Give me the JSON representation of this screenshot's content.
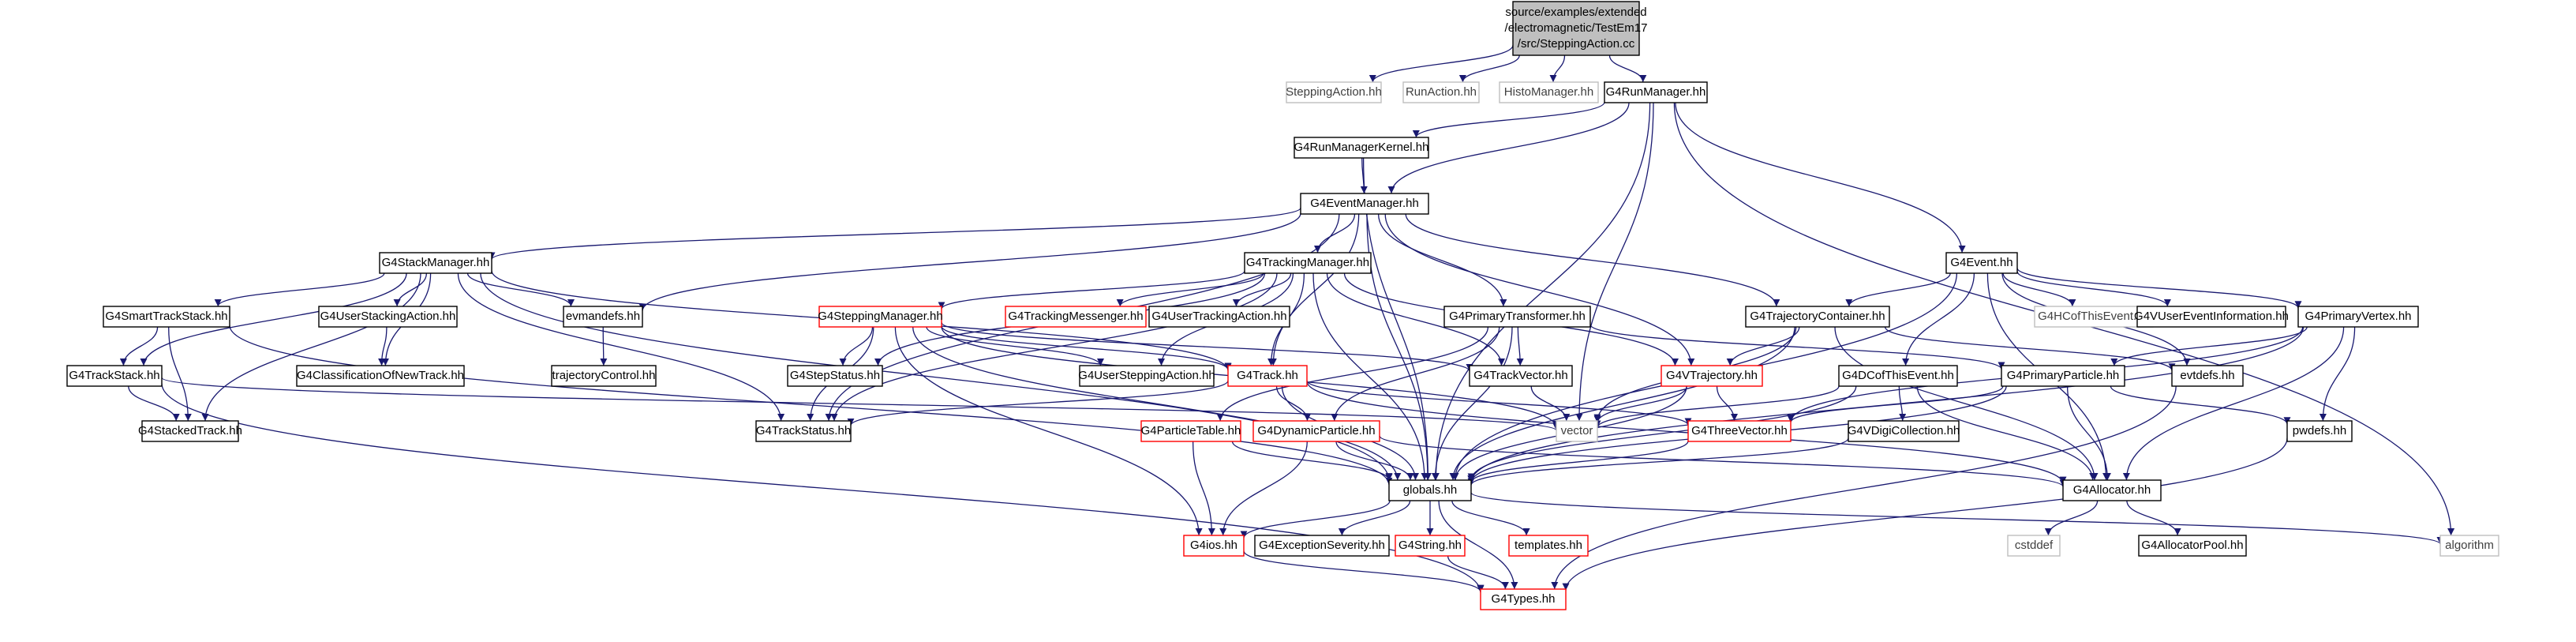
{
  "palette": {
    "edge": "#191970",
    "root_fill": "#bfbfbf",
    "black_border": "#000000",
    "red_border": "#ff0000",
    "gray_border": "#bfbfbf",
    "text": "#000000",
    "gray_text": "#404040"
  },
  "nodes": [
    {
      "id": "root",
      "style": "root",
      "lines": [
        "source/examples/extended",
        "/electromagnetic/TestEm17",
        "/src/SteppingAction.cc"
      ]
    },
    {
      "id": "stepping_action",
      "style": "gray",
      "lines": [
        "SteppingAction.hh"
      ]
    },
    {
      "id": "run_action",
      "style": "gray",
      "lines": [
        "RunAction.hh"
      ]
    },
    {
      "id": "histo_manager",
      "style": "gray",
      "lines": [
        "HistoManager.hh"
      ]
    },
    {
      "id": "g4runmanager",
      "style": "black",
      "lines": [
        "G4RunManager.hh"
      ]
    },
    {
      "id": "g4runmanagerkernel",
      "style": "black",
      "lines": [
        "G4RunManagerKernel.hh"
      ]
    },
    {
      "id": "g4eventmanager",
      "style": "black",
      "lines": [
        "G4EventManager.hh"
      ]
    },
    {
      "id": "g4stackmanager",
      "style": "black",
      "lines": [
        "G4StackManager.hh"
      ]
    },
    {
      "id": "g4trackingmanager",
      "style": "black",
      "lines": [
        "G4TrackingManager.hh"
      ]
    },
    {
      "id": "g4event",
      "style": "black",
      "lines": [
        "G4Event.hh"
      ]
    },
    {
      "id": "g4smarttrackstack",
      "style": "black",
      "lines": [
        "G4SmartTrackStack.hh"
      ]
    },
    {
      "id": "g4userstackingaction",
      "style": "black",
      "lines": [
        "G4UserStackingAction.hh"
      ]
    },
    {
      "id": "evmandefs",
      "style": "black",
      "lines": [
        "evmandefs.hh"
      ]
    },
    {
      "id": "g4steppingmanager",
      "style": "red",
      "lines": [
        "G4SteppingManager.hh"
      ]
    },
    {
      "id": "g4trackingmessenger",
      "style": "red",
      "lines": [
        "G4TrackingMessenger.hh"
      ]
    },
    {
      "id": "g4usertrackingaction",
      "style": "black",
      "lines": [
        "G4UserTrackingAction.hh"
      ]
    },
    {
      "id": "g4primarytransformer",
      "style": "black",
      "lines": [
        "G4PrimaryTransformer.hh"
      ]
    },
    {
      "id": "g4trajectorycontainer",
      "style": "black",
      "lines": [
        "G4TrajectoryContainer.hh"
      ]
    },
    {
      "id": "g4hcofthisevent",
      "style": "gray",
      "lines": [
        "G4HCofThisEvent.hh"
      ]
    },
    {
      "id": "g4usereventinformation",
      "style": "black",
      "lines": [
        "G4VUserEventInformation.hh"
      ]
    },
    {
      "id": "g4primaryvertex",
      "style": "black",
      "lines": [
        "G4PrimaryVertex.hh"
      ]
    },
    {
      "id": "g4trackstack",
      "style": "black",
      "lines": [
        "G4TrackStack.hh"
      ]
    },
    {
      "id": "g4classificationofnewtrack",
      "style": "black",
      "lines": [
        "G4ClassificationOfNewTrack.hh"
      ]
    },
    {
      "id": "trajectorycontrol",
      "style": "black",
      "lines": [
        "trajectoryControl.hh"
      ]
    },
    {
      "id": "g4stepstatus",
      "style": "black",
      "lines": [
        "G4StepStatus.hh"
      ]
    },
    {
      "id": "g4usersteppingaction",
      "style": "black",
      "lines": [
        "G4UserSteppingAction.hh"
      ]
    },
    {
      "id": "g4track",
      "style": "red",
      "lines": [
        "G4Track.hh"
      ]
    },
    {
      "id": "g4trackvector",
      "style": "black",
      "lines": [
        "G4TrackVector.hh"
      ]
    },
    {
      "id": "g4vtrajectory",
      "style": "red",
      "lines": [
        "G4VTrajectory.hh"
      ]
    },
    {
      "id": "g4dcofthisevent",
      "style": "black",
      "lines": [
        "G4DCofThisEvent.hh"
      ]
    },
    {
      "id": "evtdefs",
      "style": "black",
      "lines": [
        "evtdefs.hh"
      ]
    },
    {
      "id": "g4primaryparticle",
      "style": "black",
      "lines": [
        "G4PrimaryParticle.hh"
      ]
    },
    {
      "id": "g4stackedtrack",
      "style": "black",
      "lines": [
        "G4StackedTrack.hh"
      ]
    },
    {
      "id": "g4trackstatus",
      "style": "black",
      "lines": [
        "G4TrackStatus.hh"
      ]
    },
    {
      "id": "vector",
      "style": "gray",
      "lines": [
        "vector"
      ]
    },
    {
      "id": "g4threevector",
      "style": "red",
      "lines": [
        "G4ThreeVector.hh"
      ]
    },
    {
      "id": "g4particletable",
      "style": "red",
      "lines": [
        "G4ParticleTable.hh"
      ]
    },
    {
      "id": "g4dynamicparticle",
      "style": "red",
      "lines": [
        "G4DynamicParticle.hh"
      ]
    },
    {
      "id": "g4vdigicollection",
      "style": "black",
      "lines": [
        "G4VDigiCollection.hh"
      ]
    },
    {
      "id": "pwdefs",
      "style": "black",
      "lines": [
        "pwdefs.hh"
      ]
    },
    {
      "id": "globals",
      "style": "black",
      "lines": [
        "globals.hh"
      ]
    },
    {
      "id": "g4allocator",
      "style": "black",
      "lines": [
        "G4Allocator.hh"
      ]
    },
    {
      "id": "g4ios",
      "style": "red",
      "lines": [
        "G4ios.hh"
      ]
    },
    {
      "id": "g4exceptionseverity",
      "style": "black",
      "lines": [
        "G4ExceptionSeverity.hh"
      ]
    },
    {
      "id": "g4string",
      "style": "red",
      "lines": [
        "G4String.hh"
      ]
    },
    {
      "id": "templates",
      "style": "red",
      "lines": [
        "templates.hh"
      ]
    },
    {
      "id": "cstddef",
      "style": "gray",
      "lines": [
        "cstddef"
      ]
    },
    {
      "id": "g4allocatorpool",
      "style": "black",
      "lines": [
        "G4AllocatorPool.hh"
      ]
    },
    {
      "id": "algorithm",
      "style": "gray",
      "lines": [
        "algorithm"
      ]
    },
    {
      "id": "g4types",
      "style": "red",
      "lines": [
        "G4Types.hh"
      ]
    }
  ],
  "edges": [
    [
      "root",
      "stepping_action"
    ],
    [
      "root",
      "run_action"
    ],
    [
      "root",
      "histo_manager"
    ],
    [
      "root",
      "g4runmanager"
    ],
    [
      "g4runmanager",
      "g4runmanagerkernel"
    ],
    [
      "g4runmanager",
      "g4eventmanager"
    ],
    [
      "g4runmanager",
      "g4event"
    ],
    [
      "g4runmanager",
      "globals"
    ],
    [
      "g4runmanager",
      "vector"
    ],
    [
      "g4runmanager",
      "algorithm"
    ],
    [
      "g4runmanagerkernel",
      "g4eventmanager"
    ],
    [
      "g4runmanagerkernel",
      "globals"
    ],
    [
      "g4eventmanager",
      "g4stackmanager"
    ],
    [
      "g4eventmanager",
      "g4trackingmanager"
    ],
    [
      "g4eventmanager",
      "g4primarytransformer"
    ],
    [
      "g4eventmanager",
      "g4trajectorycontainer"
    ],
    [
      "g4eventmanager",
      "evmandefs"
    ],
    [
      "g4eventmanager",
      "g4track"
    ],
    [
      "g4eventmanager",
      "g4trackstatus"
    ],
    [
      "g4eventmanager",
      "g4vtrajectory"
    ],
    [
      "g4eventmanager",
      "globals"
    ],
    [
      "g4stackmanager",
      "g4smarttrackstack"
    ],
    [
      "g4stackmanager",
      "g4userstackingaction"
    ],
    [
      "g4stackmanager",
      "evmandefs"
    ],
    [
      "g4stackmanager",
      "g4trackstack"
    ],
    [
      "g4stackmanager",
      "g4stackedtrack"
    ],
    [
      "g4stackmanager",
      "g4classificationofnewtrack"
    ],
    [
      "g4stackmanager",
      "g4track"
    ],
    [
      "g4stackmanager",
      "g4trackstatus"
    ],
    [
      "g4stackmanager",
      "globals"
    ],
    [
      "g4trackingmanager",
      "g4steppingmanager"
    ],
    [
      "g4trackingmanager",
      "g4trackingmessenger"
    ],
    [
      "g4trackingmanager",
      "g4usertrackingaction"
    ],
    [
      "g4trackingmanager",
      "g4stepstatus"
    ],
    [
      "g4trackingmanager",
      "g4usersteppingaction"
    ],
    [
      "g4trackingmanager",
      "g4track"
    ],
    [
      "g4trackingmanager",
      "g4trackvector"
    ],
    [
      "g4trackingmanager",
      "g4vtrajectory"
    ],
    [
      "g4trackingmanager",
      "g4trackstatus"
    ],
    [
      "g4trackingmanager",
      "globals"
    ],
    [
      "g4event",
      "g4trajectorycontainer"
    ],
    [
      "g4event",
      "g4hcofthisevent"
    ],
    [
      "g4event",
      "g4usereventinformation"
    ],
    [
      "g4event",
      "g4primaryvertex"
    ],
    [
      "g4event",
      "g4dcofthisevent"
    ],
    [
      "g4event",
      "evtdefs"
    ],
    [
      "g4event",
      "globals"
    ],
    [
      "g4event",
      "g4allocator"
    ],
    [
      "g4smarttrackstack",
      "g4trackstack"
    ],
    [
      "g4smarttrackstack",
      "g4stackedtrack"
    ],
    [
      "g4smarttrackstack",
      "globals"
    ],
    [
      "g4userstackingaction",
      "g4classificationofnewtrack"
    ],
    [
      "evmandefs",
      "trajectorycontrol"
    ],
    [
      "g4steppingmanager",
      "g4stepstatus"
    ],
    [
      "g4steppingmanager",
      "g4usersteppingaction"
    ],
    [
      "g4steppingmanager",
      "g4track"
    ],
    [
      "g4steppingmanager",
      "g4trackvector"
    ],
    [
      "g4steppingmanager",
      "g4trackstatus"
    ],
    [
      "g4steppingmanager",
      "globals"
    ],
    [
      "g4steppingmanager",
      "g4ios"
    ],
    [
      "g4steppingmanager",
      "vector"
    ],
    [
      "g4primarytransformer",
      "g4primaryparticle"
    ],
    [
      "g4primarytransformer",
      "g4trackvector"
    ],
    [
      "g4primarytransformer",
      "g4particletable"
    ],
    [
      "g4primarytransformer",
      "g4dynamicparticle"
    ],
    [
      "g4primarytransformer",
      "globals"
    ],
    [
      "g4trajectorycontainer",
      "g4vtrajectory"
    ],
    [
      "g4trajectorycontainer",
      "evtdefs"
    ],
    [
      "g4trajectorycontainer",
      "vector"
    ],
    [
      "g4trajectorycontainer",
      "globals"
    ],
    [
      "g4trajectorycontainer",
      "g4allocator"
    ],
    [
      "g4primaryvertex",
      "g4primaryparticle"
    ],
    [
      "g4primaryvertex",
      "g4threevector"
    ],
    [
      "g4primaryvertex",
      "pwdefs"
    ],
    [
      "g4primaryvertex",
      "globals"
    ],
    [
      "g4primaryvertex",
      "g4allocator"
    ],
    [
      "g4trackstack",
      "g4stackedtrack"
    ],
    [
      "g4trackstack",
      "vector"
    ],
    [
      "g4trackstack",
      "g4types"
    ],
    [
      "g4track",
      "g4trackstatus"
    ],
    [
      "g4track",
      "g4dynamicparticle"
    ],
    [
      "g4track",
      "g4threevector"
    ],
    [
      "g4track",
      "globals"
    ],
    [
      "g4track",
      "g4allocator"
    ],
    [
      "g4trackvector",
      "vector"
    ],
    [
      "g4vtrajectory",
      "g4threevector"
    ],
    [
      "g4vtrajectory",
      "vector"
    ],
    [
      "g4vtrajectory",
      "globals"
    ],
    [
      "g4dcofthisevent",
      "g4vdigicollection"
    ],
    [
      "g4dcofthisevent",
      "globals"
    ],
    [
      "g4dcofthisevent",
      "g4allocator"
    ],
    [
      "g4dcofthisevent",
      "vector"
    ],
    [
      "evtdefs",
      "g4types"
    ],
    [
      "g4primaryparticle",
      "g4threevector"
    ],
    [
      "g4primaryparticle",
      "pwdefs"
    ],
    [
      "g4primaryparticle",
      "globals"
    ],
    [
      "g4primaryparticle",
      "g4allocator"
    ],
    [
      "g4particletable",
      "globals"
    ],
    [
      "g4particletable",
      "g4ios"
    ],
    [
      "g4dynamicparticle",
      "globals"
    ],
    [
      "g4dynamicparticle",
      "g4allocator"
    ],
    [
      "g4dynamicparticle",
      "g4ios"
    ],
    [
      "g4vdigicollection",
      "globals"
    ],
    [
      "g4threevector",
      "globals"
    ],
    [
      "pwdefs",
      "g4types"
    ],
    [
      "globals",
      "g4ios"
    ],
    [
      "globals",
      "g4exceptionseverity"
    ],
    [
      "globals",
      "g4string"
    ],
    [
      "globals",
      "templates"
    ],
    [
      "globals",
      "g4types"
    ],
    [
      "globals",
      "algorithm"
    ],
    [
      "g4allocator",
      "cstddef"
    ],
    [
      "g4allocator",
      "g4allocatorpool"
    ],
    [
      "g4ios",
      "g4types"
    ],
    [
      "g4string",
      "g4types"
    ]
  ]
}
